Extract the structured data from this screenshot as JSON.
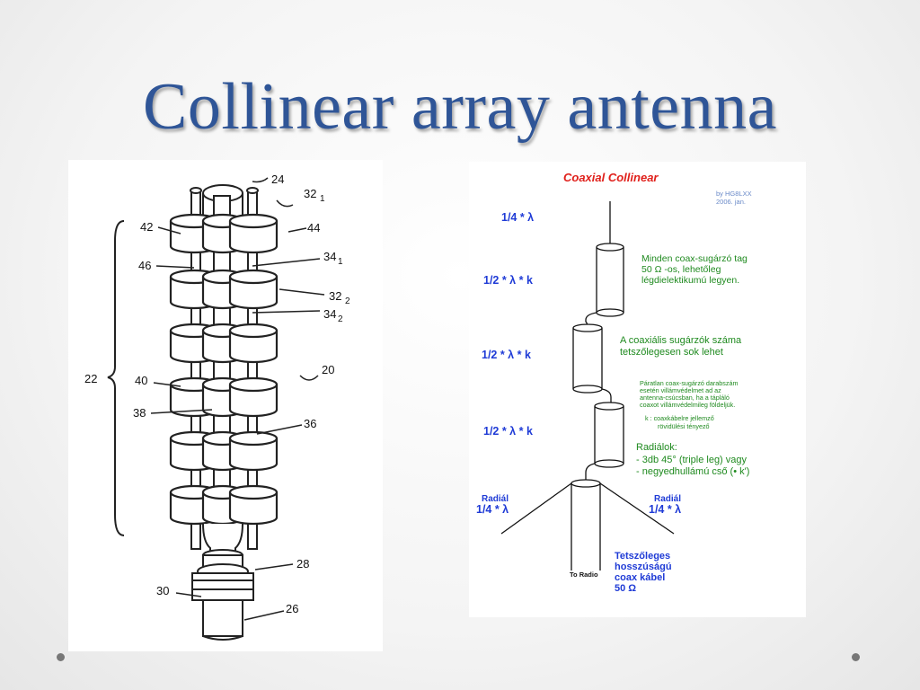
{
  "slide": {
    "title": "Collinear array antenna",
    "title_color": "#2f5597"
  },
  "left_figure": {
    "labels": {
      "l24": "24",
      "l32_1": "32",
      "l32_1_sub": "1",
      "l42": "42",
      "l44": "44",
      "l46": "46",
      "l34_1": "34",
      "l34_1_sub": "1",
      "l32_2": "32",
      "l32_2_sub": "2",
      "l34_2": "34",
      "l34_2_sub": "2",
      "l20": "20",
      "l22": "22",
      "l40": "40",
      "l38": "38",
      "l36": "36",
      "l28": "28",
      "l30": "30",
      "l26": "26"
    }
  },
  "right_figure": {
    "title": "Coaxial Collinear",
    "credit_line1": "by HG8LXX",
    "credit_line2": "2006. jan.",
    "quarter_top": "1/4 * λ",
    "half_1": "1/2 * λ * k",
    "half_2": "1/2 * λ * k",
    "half_3": "1/2 * λ * k",
    "note1": [
      "Minden coax-sugárzó tag",
      "50 Ω -os, lehetőleg",
      "légdielektikumú legyen."
    ],
    "note2": [
      "A coaxiális sugárzók száma",
      "tetszőlegesen sok lehet"
    ],
    "note3": [
      "Páratlan coax-sugárzó darabszám",
      "esetén villámvédelmet ad az",
      "antenna-csúcsban, ha a tápláló",
      "coaxot villámvédelmileg földeljük."
    ],
    "note4": [
      "k : coaxkábelre jellemző",
      "rövidülési tényező"
    ],
    "radials_title": "Radiálok:",
    "radials_lines": [
      "- 3db 45° (triple  leg)  vagy",
      "- negyedhullámú cső (• k')"
    ],
    "radial_left_name": "Radiál",
    "radial_left_len": "1/4 * λ",
    "radial_right_name": "Radiál",
    "radial_right_len": "1/4 * λ",
    "to_radio": "To Radio",
    "cable_note": [
      "Tetszőleges",
      "hosszúságú",
      "coax kábel",
      "50 Ω"
    ],
    "colors": {
      "title": "#e0201b",
      "blue_text": "#1f3bd6",
      "green_text": "#1f8a1f",
      "credit": "#6a8ac8"
    }
  }
}
